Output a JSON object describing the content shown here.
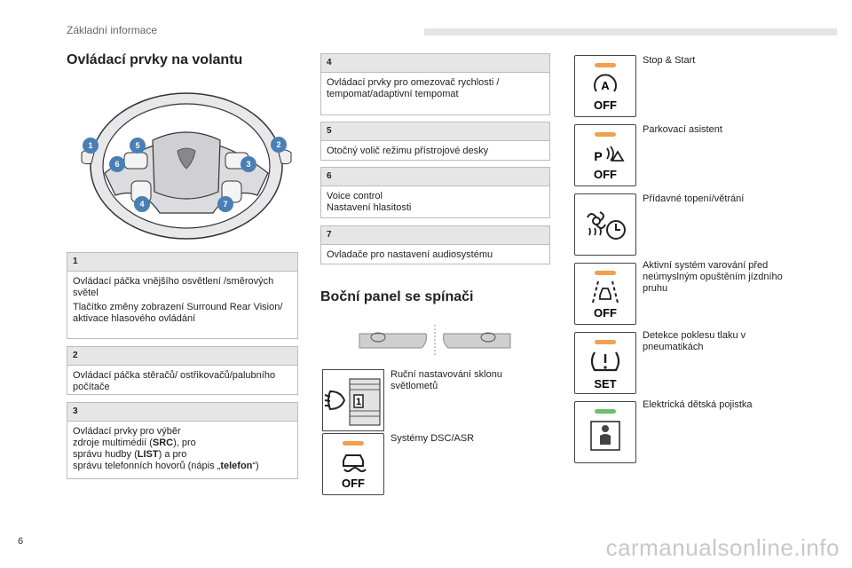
{
  "header": {
    "section": "Základní informace"
  },
  "page_number": "6",
  "watermark": "carmanualsonline.info",
  "left": {
    "title": "Ovládací prvky na volantu",
    "wheel_badges": [
      "1",
      "2",
      "3",
      "4",
      "5",
      "6",
      "7"
    ],
    "boxes": [
      {
        "num": "1",
        "lines": [
          "Ovládací páčka vnějšího osvětlení /směrových světel",
          "Tlačítko změny zobrazení Surround Rear Vision/ aktivace hlasového ovládání"
        ]
      },
      {
        "num": "2",
        "lines": [
          "Ovládací páčka stěračů/ ostřikovačů/palubního počítače"
        ]
      },
      {
        "num": "3",
        "lines_rich": {
          "a": "Ovládací prvky pro výběr",
          "b": "zdroje multimédií (",
          "b_bold": "SRC",
          "b_end": "), pro",
          "c": "správu hudby (",
          "c_bold": "LIST",
          "c_end": ") a pro",
          "d": "správu telefonních hovorů (nápis „",
          "d_bold": "telefon",
          "d_end": "“)"
        }
      }
    ]
  },
  "middle": {
    "boxes": [
      {
        "num": "4",
        "lines": [
          "Ovládací prvky pro omezovač rychlosti / tempomat/adaptivní tempomat"
        ]
      },
      {
        "num": "5",
        "lines": [
          "Otočný volič režimu přístrojové desky"
        ]
      },
      {
        "num": "6",
        "lines": [
          "Voice control",
          "Nastavení hlasitosti"
        ]
      },
      {
        "num": "7",
        "lines": [
          "Ovladače pro nastavení audiosystému"
        ]
      }
    ],
    "panel_title": "Boční panel se spínači",
    "switches": [
      {
        "label": "Ruční nastavování sklonu světlometů",
        "icon": "headlamp-leveling-icon"
      },
      {
        "label": "Systémy DSC/ASR",
        "icon": "dsc-off-icon",
        "text": "OFF",
        "lamp_color": "#f0a050"
      }
    ]
  },
  "right": {
    "items": [
      {
        "label": "Stop & Start",
        "icon": "stop-start-icon",
        "text": "OFF",
        "lamp_color": "#f0a050"
      },
      {
        "label": "Parkovací asistent",
        "icon": "park-assist-icon",
        "text": "OFF",
        "lamp_color": "#f0a050"
      },
      {
        "label": "Přídavné topení/větrání",
        "icon": "heater-timer-icon"
      },
      {
        "label": "Aktivní systém varování před neúmyslným opuštěním jízdního pruhu",
        "icon": "lane-departure-icon",
        "text": "OFF",
        "lamp_color": "#f0a050"
      },
      {
        "label": "Detekce poklesu tlaku v pneumatikách",
        "icon": "tyre-pressure-icon",
        "text": "SET",
        "lamp_color": "#f0a050"
      },
      {
        "label": "Elektrická dětská pojistka",
        "icon": "child-lock-icon",
        "lamp_color": "#6cc070"
      }
    ]
  }
}
